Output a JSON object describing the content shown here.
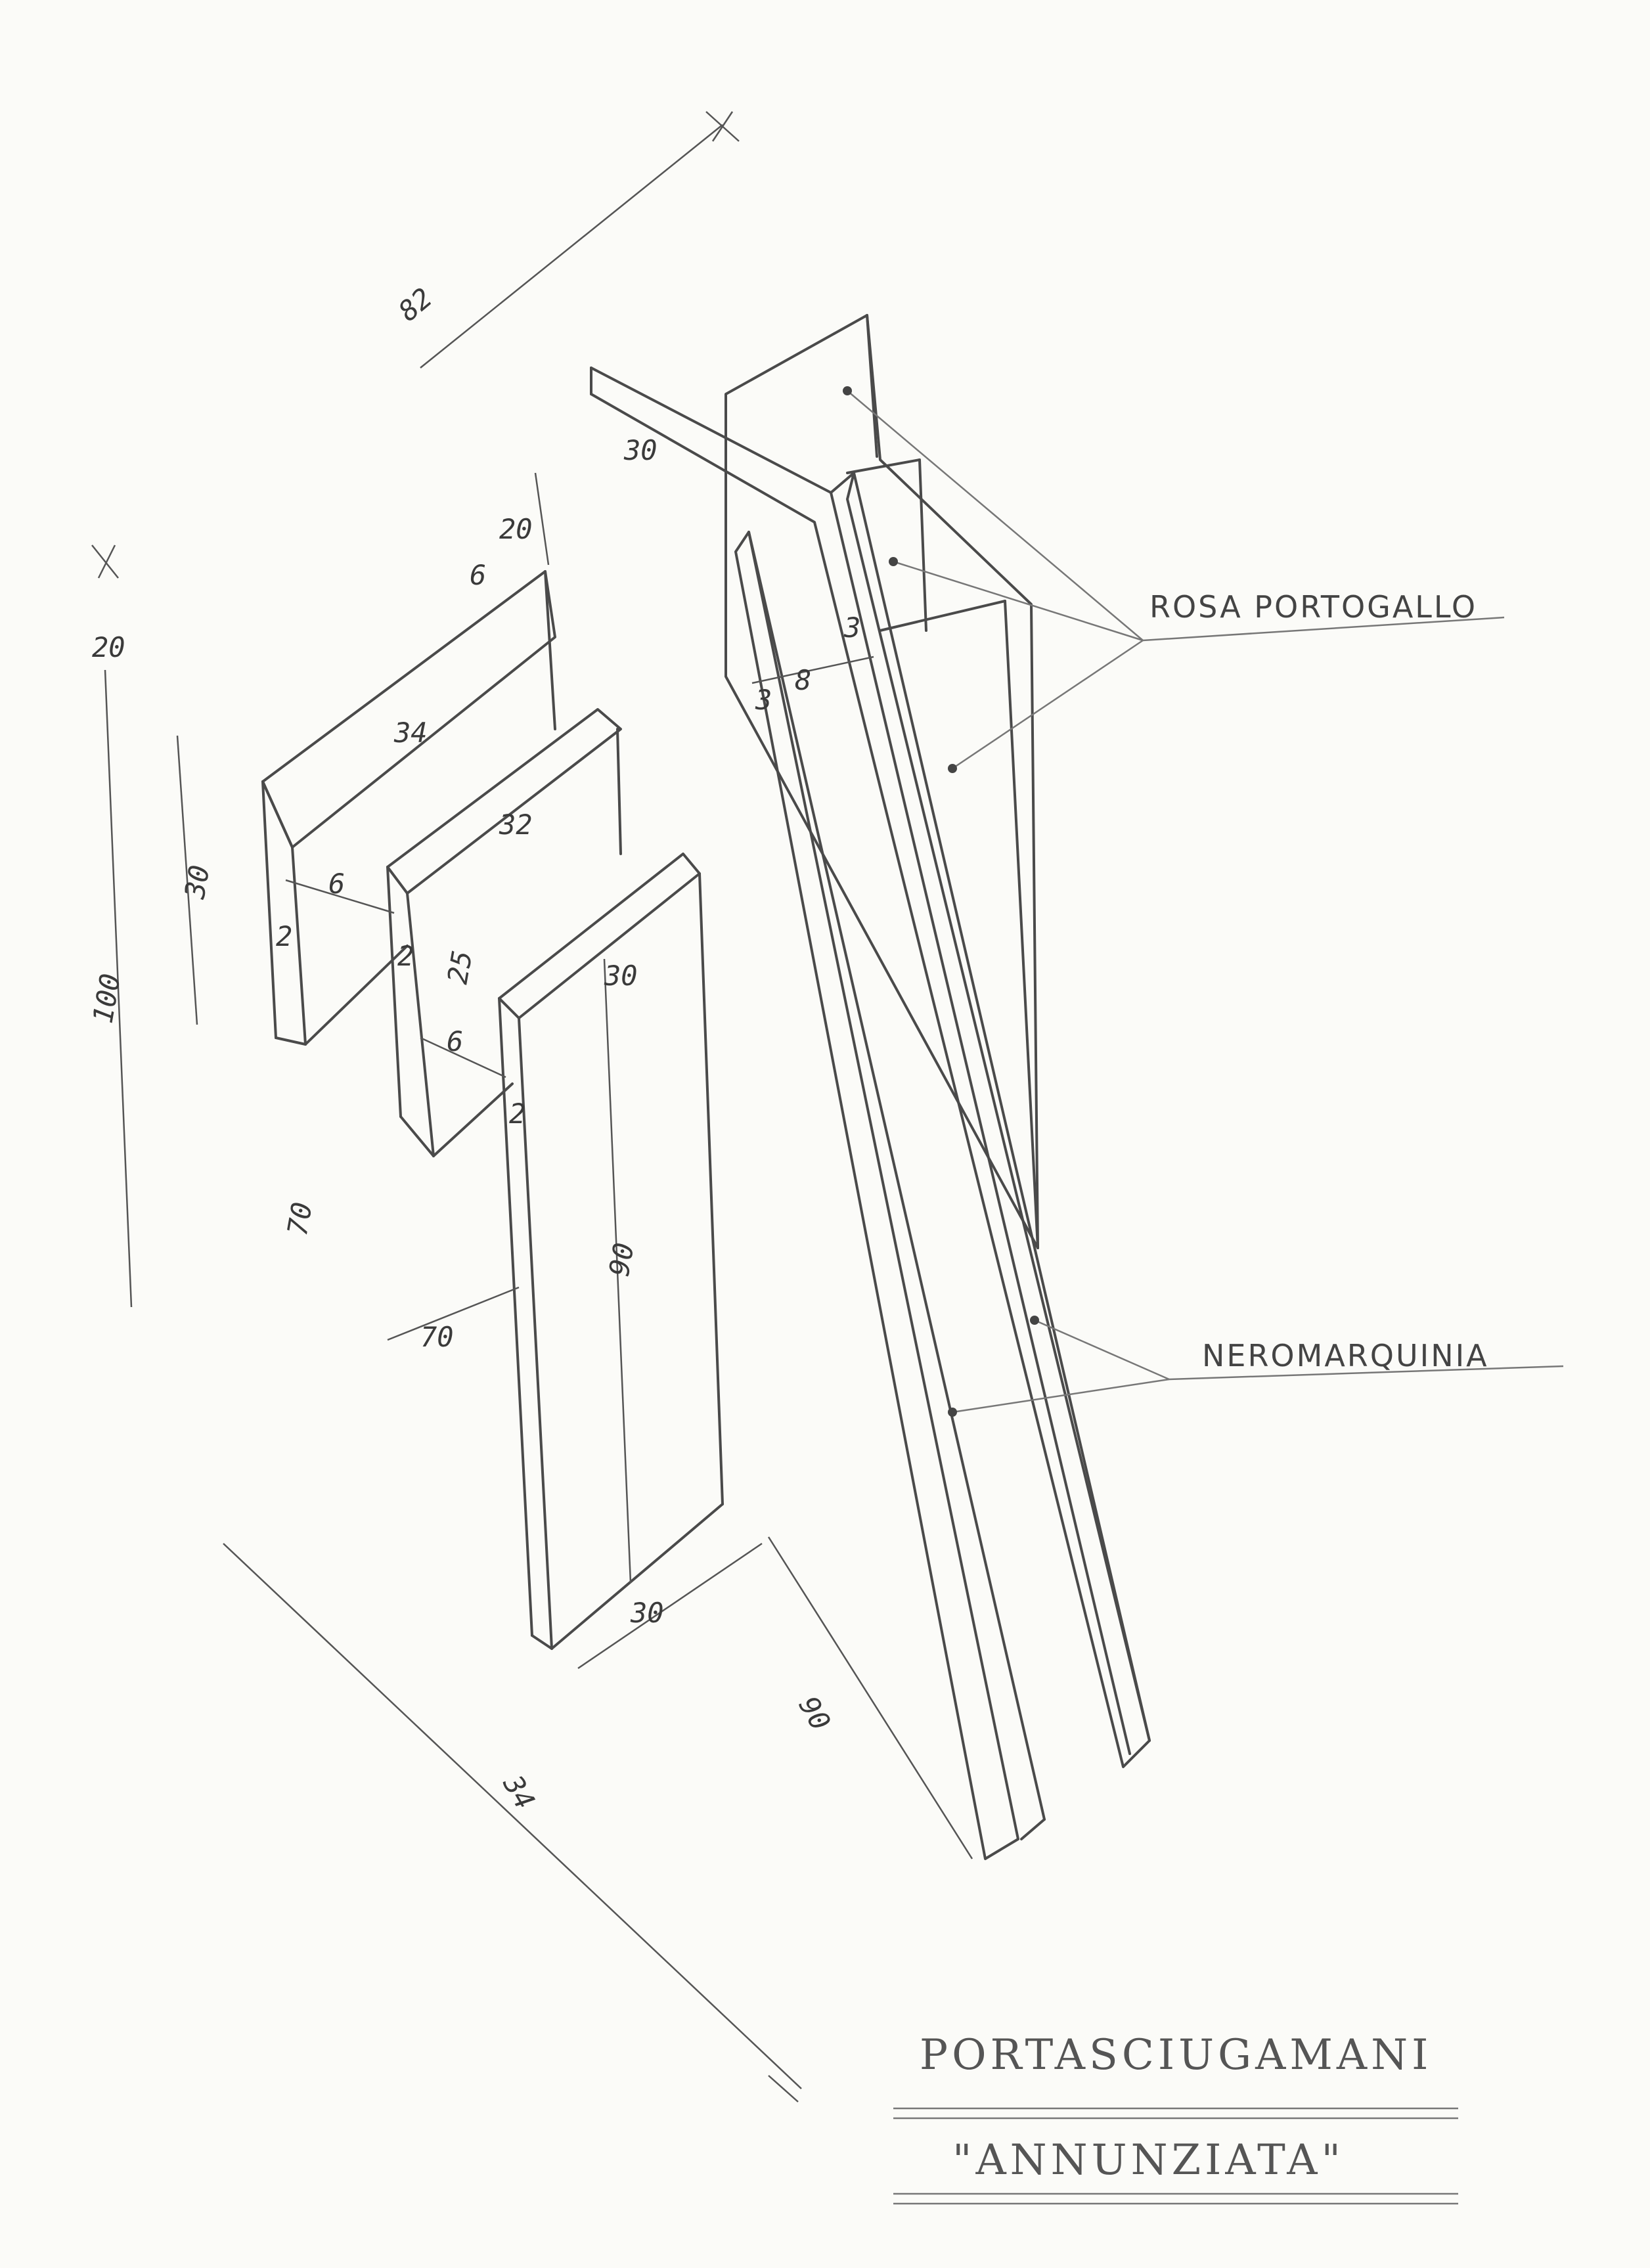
{
  "title": {
    "line1": "PORTASCIUGAMANI",
    "line2": "\"ANNUNZIATA\""
  },
  "materials": [
    {
      "label": "ROSA PORTOGALLO"
    },
    {
      "label": "NEROMARQUINIA"
    }
  ],
  "dimensions": {
    "d82": "82",
    "d30_top": "30",
    "d20_a": "20",
    "d20_b": "20",
    "d6_a": "6",
    "d3_a": "3",
    "d3_b": "3",
    "d8": "8",
    "d100": "100",
    "d30_left": "30",
    "d34": "34",
    "d32": "32",
    "d6_b": "6",
    "d6_c": "6",
    "d2_a": "2",
    "d2_b": "2",
    "d2_c": "2",
    "d25": "25",
    "d30_mid": "30",
    "d70_a": "70",
    "d70_b": "70",
    "d90": "90",
    "d30_bottom": "30",
    "d90_right": "90",
    "d34_bottom": "34"
  }
}
